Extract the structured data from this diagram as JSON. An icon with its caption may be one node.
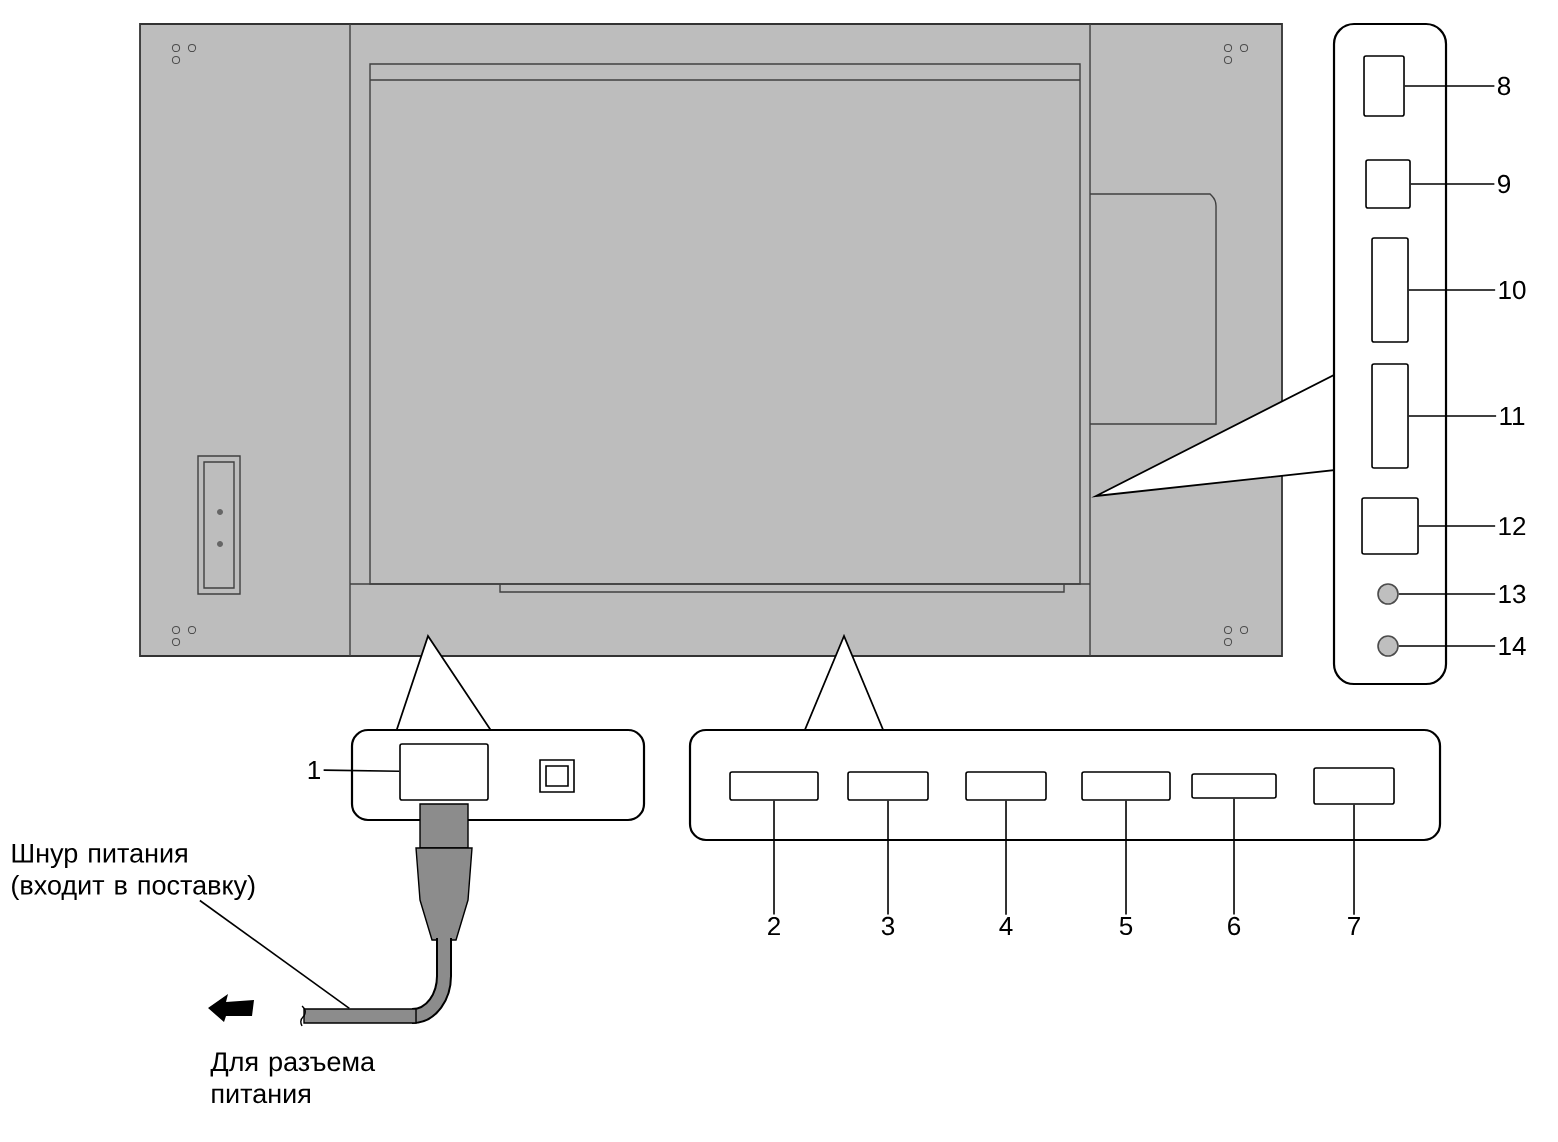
{
  "diagram": {
    "nodes": [
      {
        "text": [
          "1"
        ]
      },
      {
        "text": [
          "2"
        ]
      },
      {
        "text": [
          "3"
        ]
      },
      {
        "text": [
          "4"
        ]
      },
      {
        "text": [
          "5"
        ]
      },
      {
        "text": [
          "6"
        ]
      },
      {
        "text": [
          "7"
        ]
      },
      {
        "text": [
          "8"
        ]
      },
      {
        "text": [
          "9"
        ]
      },
      {
        "text": [
          "10"
        ]
      },
      {
        "text": [
          "11"
        ]
      },
      {
        "text": [
          "12"
        ]
      },
      {
        "text": [
          "13"
        ]
      },
      {
        "text": [
          "14"
        ]
      },
      {
        "text": [],
        "shape": "box"
      },
      {
        "text": [],
        "shape": "box"
      },
      {
        "text": [],
        "shape": "box"
      },
      {
        "text": [],
        "shape": "box"
      },
      {
        "text": [],
        "shape": "box"
      },
      {
        "text": [],
        "shape": "box"
      },
      {
        "text": [],
        "shape": "box"
      },
      {
        "text": [],
        "shape": "box"
      },
      {
        "text": [],
        "shape": "box"
      },
      {
        "text": [],
        "shape": "box"
      },
      {
        "text": [],
        "shape": "box"
      },
      {
        "text": [],
        "shape": "box"
      },
      {
        "text": [],
        "shape": "circle"
      },
      {
        "text": [],
        "shape": "circle"
      },
      {
        "text": [
          "Шнур питания (входит в поставку)"
        ]
      },
      {
        "text": [],
        "shape": "cable"
      }
    ],
    "edges": [
      {
        "from": 0,
        "to": 14,
        "arrow": "none"
      },
      {
        "from": 1,
        "to": 15,
        "arrow": "none"
      },
      {
        "from": 2,
        "to": 16,
        "arrow": "none"
      },
      {
        "from": 3,
        "to": 17,
        "arrow": "none"
      },
      {
        "from": 4,
        "to": 18,
        "arrow": "none"
      },
      {
        "from": 5,
        "to": 19,
        "arrow": "none"
      },
      {
        "from": 6,
        "to": 20,
        "arrow": "none"
      },
      {
        "from": 7,
        "to": 21,
        "arrow": "none"
      },
      {
        "from": 8,
        "to": 22,
        "arrow": "none"
      },
      {
        "from": 9,
        "to": 23,
        "arrow": "none"
      },
      {
        "from": 10,
        "to": 24,
        "arrow": "none"
      },
      {
        "from": 11,
        "to": 25,
        "arrow": "none"
      },
      {
        "from": 12,
        "to": 26,
        "arrow": "none"
      },
      {
        "from": 13,
        "to": 27,
        "arrow": "none"
      },
      {
        "from": 28,
        "to": 29,
        "arrow": "none"
      }
    ],
    "labels": [
      "Для разъема питания"
    ]
  }
}
